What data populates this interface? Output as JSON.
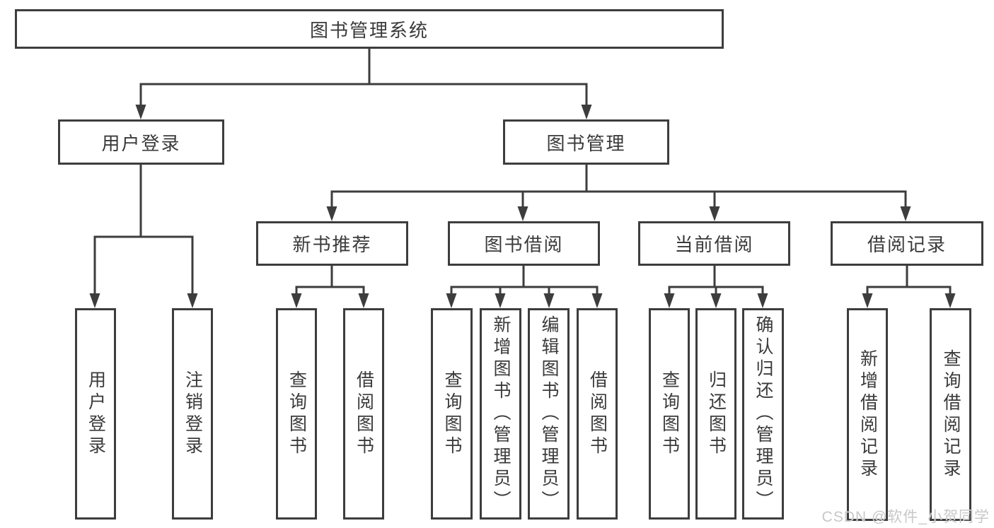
{
  "diagram": {
    "type": "hierarchy-tree",
    "tree": {
      "root": {
        "label": "图书管理系统",
        "children": [
          {
            "label": "用户登录",
            "children": [
              {
                "label": "用户登录"
              },
              {
                "label": "注销登录"
              }
            ]
          },
          {
            "label": "图书管理",
            "children": [
              {
                "label": "新书推荐",
                "children": [
                  {
                    "label": "查询图书"
                  },
                  {
                    "label": "借阅图书"
                  }
                ]
              },
              {
                "label": "图书借阅",
                "children": [
                  {
                    "label": "查询图书"
                  },
                  {
                    "label": "新增图书（管理员）"
                  },
                  {
                    "label": "编辑图书（管理员）"
                  },
                  {
                    "label": "借阅图书"
                  }
                ]
              },
              {
                "label": "当前借阅",
                "children": [
                  {
                    "label": "查询图书"
                  },
                  {
                    "label": "归还图书"
                  },
                  {
                    "label": "确认归还（管理员）"
                  }
                ]
              },
              {
                "label": "借阅记录",
                "children": [
                  {
                    "label": "新增借阅记录"
                  },
                  {
                    "label": "查询借阅记录"
                  }
                ]
              }
            ]
          }
        ]
      }
    },
    "colors": {
      "line": "#3d3d3d",
      "box_border": "#3d3d3d",
      "box_fill": "#ffffff",
      "text": "#3a3a3a",
      "background": "#ffffff",
      "watermark": "#c8c8c8"
    }
  },
  "watermark": {
    "text": "CSDN @软件_小贺同学"
  }
}
